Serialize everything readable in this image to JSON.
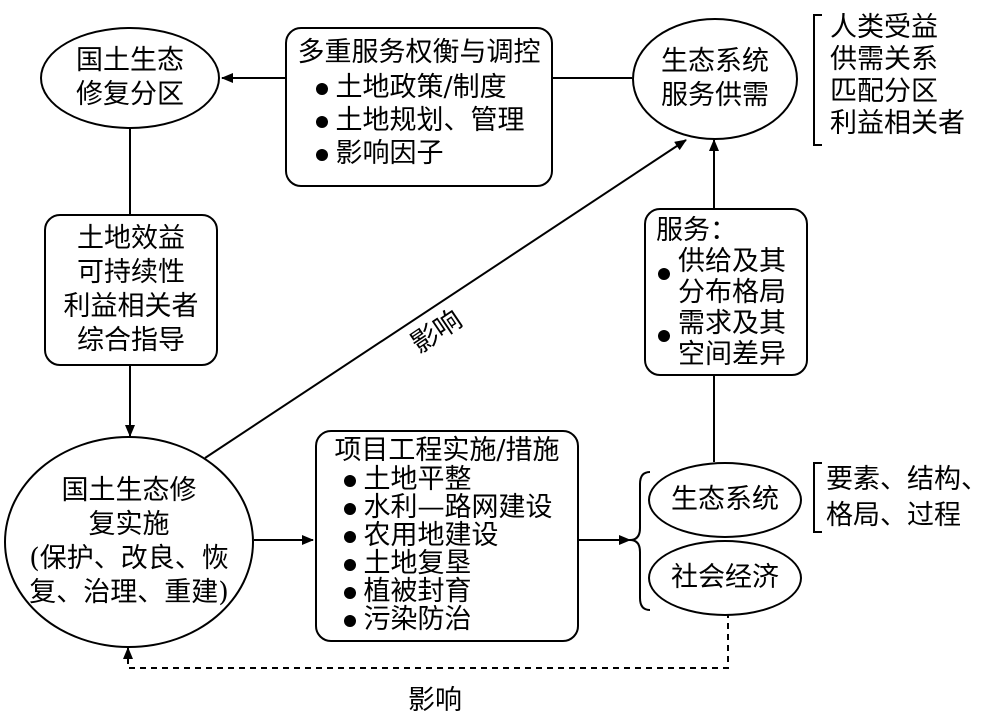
{
  "nodes": {
    "zoning": {
      "lines": [
        "国土生态",
        "修复分区"
      ]
    },
    "tradeoff": {
      "title": "多重服务权衡与调控",
      "items": [
        "土地政策/制度",
        "土地规划、管理",
        "影响因子"
      ]
    },
    "supply_demand": {
      "lines": [
        "生态系统",
        "服务供需"
      ]
    },
    "guidance": {
      "lines": [
        "土地效益",
        "可持续性",
        "利益相关者",
        "综合指导"
      ]
    },
    "service": {
      "title": "服务：",
      "items": [
        [
          "供给及其",
          "分布格局"
        ],
        [
          "需求及其",
          "空间差异"
        ]
      ]
    },
    "implementation": {
      "lines": [
        "国土生态修",
        "复实施",
        "(保护、改良、恢",
        "复、治理、重建)"
      ]
    },
    "project": {
      "title": "项目工程实施/措施",
      "items": [
        "土地平整",
        "水利—路网建设",
        "农用地建设",
        "土地复垦",
        "植被封育",
        "污染防治"
      ]
    },
    "ecosystem": {
      "label": "生态系统"
    },
    "socioeconomic": {
      "label": "社会经济"
    }
  },
  "side_notes": {
    "supply_demand": [
      "人类受益",
      "供需关系",
      "匹配分区",
      "利益相关者"
    ],
    "ecosystem": [
      "要素、结构、",
      "格局、过程"
    ]
  },
  "edge_labels": {
    "diagonal": "影响",
    "bottom": "影响"
  }
}
